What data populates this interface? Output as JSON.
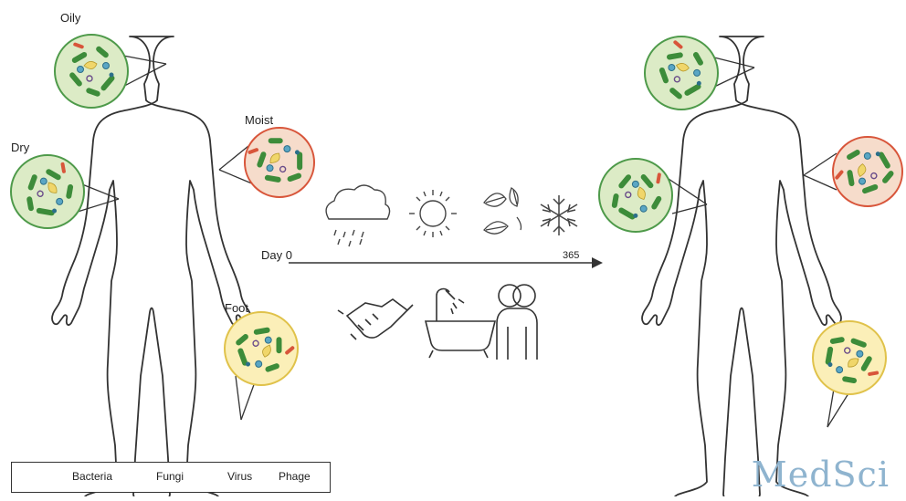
{
  "labels": {
    "oily": "Oily",
    "dry": "Dry",
    "moist": "Moist",
    "foot": "Foot"
  },
  "timeline": {
    "start": "Day 0",
    "end": "365"
  },
  "legend": {
    "bacteria": "Bacteria",
    "fungi": "Fungi",
    "virus": "Virus",
    "phage": "Phage"
  },
  "watermark": "MedSci",
  "colors": {
    "outline": "#333333",
    "bacteria_green": "#3d8c3a",
    "bacteria_blue": "#5aa6c4",
    "bacteria_red": "#d8553a",
    "fungi_yellow": "#f0d66a",
    "zoom_green_bg": "#dcebc6",
    "zoom_red_bg": "#f6dccb",
    "zoom_yellow_bg": "#fbefb8"
  },
  "icons": [
    "rain-cloud-icon",
    "sun-icon",
    "leaves-icon",
    "snowflake-icon",
    "handshake-icon",
    "bathtub-shower-icon",
    "people-icon"
  ]
}
